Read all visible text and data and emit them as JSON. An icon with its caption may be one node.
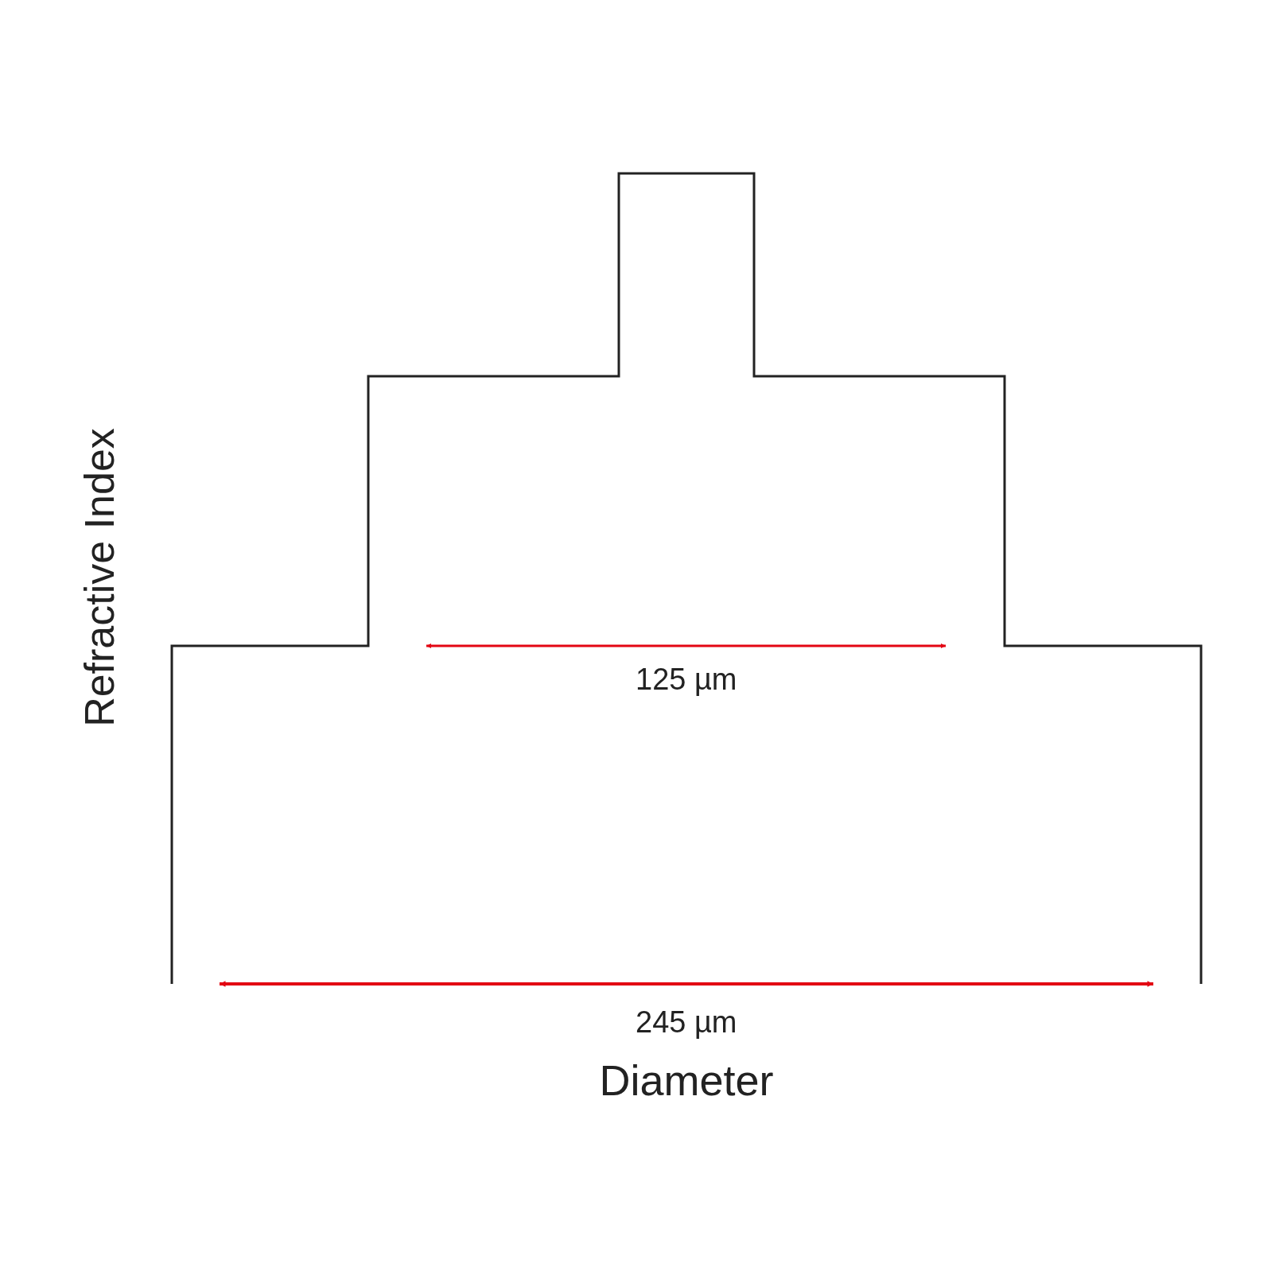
{
  "diagram": {
    "labels": [
      "Refractive Index",
      "125 µm",
      "245 µm",
      "Diameter"
    ]
  }
}
